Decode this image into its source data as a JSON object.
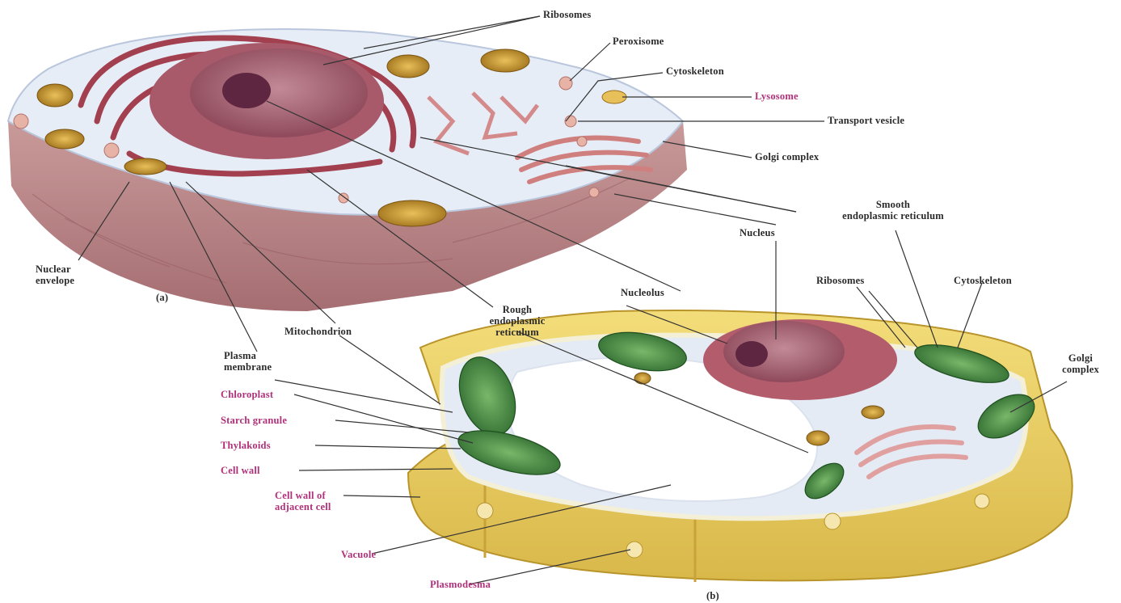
{
  "colors": {
    "label_default": "#2a2a2a",
    "label_plant_specific": "#b0307a",
    "animal_membrane": "#c9a3a3",
    "cytoplasm": "#e8eef8",
    "nucleus": "#9c5a6a",
    "er": "#b84a5a",
    "mitochondrion": "#c79a2a",
    "cell_wall": "#e8cf6a",
    "chloroplast": "#3d8a3d",
    "vacuole": "#ffffff"
  },
  "animal_cell": {
    "panel_label": "(a)",
    "labels": {
      "ribosomes": "Ribosomes",
      "peroxisome": "Peroxisome",
      "cytoskeleton": "Cytoskeleton",
      "lysosome": "Lysosome",
      "transport_vesicle": "Transport vesicle",
      "golgi_complex": "Golgi complex",
      "smooth_er": "Smooth\nendoplasmic reticulum",
      "nucleus": "Nucleus",
      "nuclear_envelope": "Nuclear\nenvelope",
      "nucleolus": "Nucleolus",
      "rough_er": "Rough\nendoplasmic\nreticulum",
      "mitochondrion": "Mitochondrion",
      "plasma_membrane": "Plasma\nmembrane"
    }
  },
  "plant_cell": {
    "panel_label": "(b)",
    "labels": {
      "ribosomes": "Ribosomes",
      "cytoskeleton": "Cytoskeleton",
      "golgi_complex": "Golgi\ncomplex",
      "chloroplast": "Chloroplast",
      "starch_granule": "Starch granule",
      "thylakoids": "Thylakoids",
      "cell_wall": "Cell wall",
      "cell_wall_adjacent": "Cell wall of\nadjacent cell",
      "vacuole": "Vacuole",
      "plasmodesma": "Plasmodesma"
    }
  }
}
